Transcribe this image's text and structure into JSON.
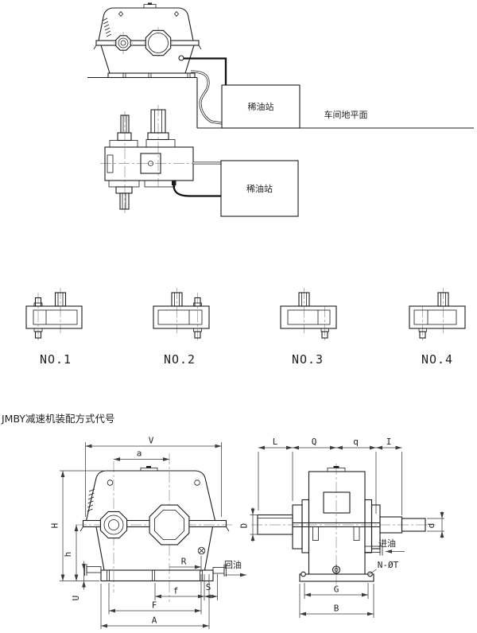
{
  "drawing": {
    "title": "JMBY减速机装配方式代号",
    "installation": {
      "front_view": {
        "tank_label": "稀油站",
        "floor_label": "车间地平面"
      },
      "plan_view": {
        "tank_label": "稀油站"
      }
    },
    "assembly_codes": [
      {
        "label": "NO.1"
      },
      {
        "label": "NO.2"
      },
      {
        "label": "NO.3"
      },
      {
        "label": "NO.4"
      }
    ],
    "front_dims": {
      "V": "V",
      "a": "a",
      "H": "H",
      "h": "h",
      "U": "U",
      "R": "R",
      "f": "f",
      "S": "S",
      "F": "F",
      "A": "A",
      "oil_return": "回油"
    },
    "side_dims": {
      "L": "L",
      "Q": "Q",
      "q": "q",
      "I": "I",
      "D": "D",
      "d": "d",
      "G": "G",
      "B": "B",
      "oil_inlet": "进油",
      "bolt_holes": "N-ØT"
    }
  },
  "colors": {
    "line": "#1c1c1c",
    "dimension": "#3a3a3a",
    "centerline": "#929292",
    "background": "#ffffff"
  }
}
